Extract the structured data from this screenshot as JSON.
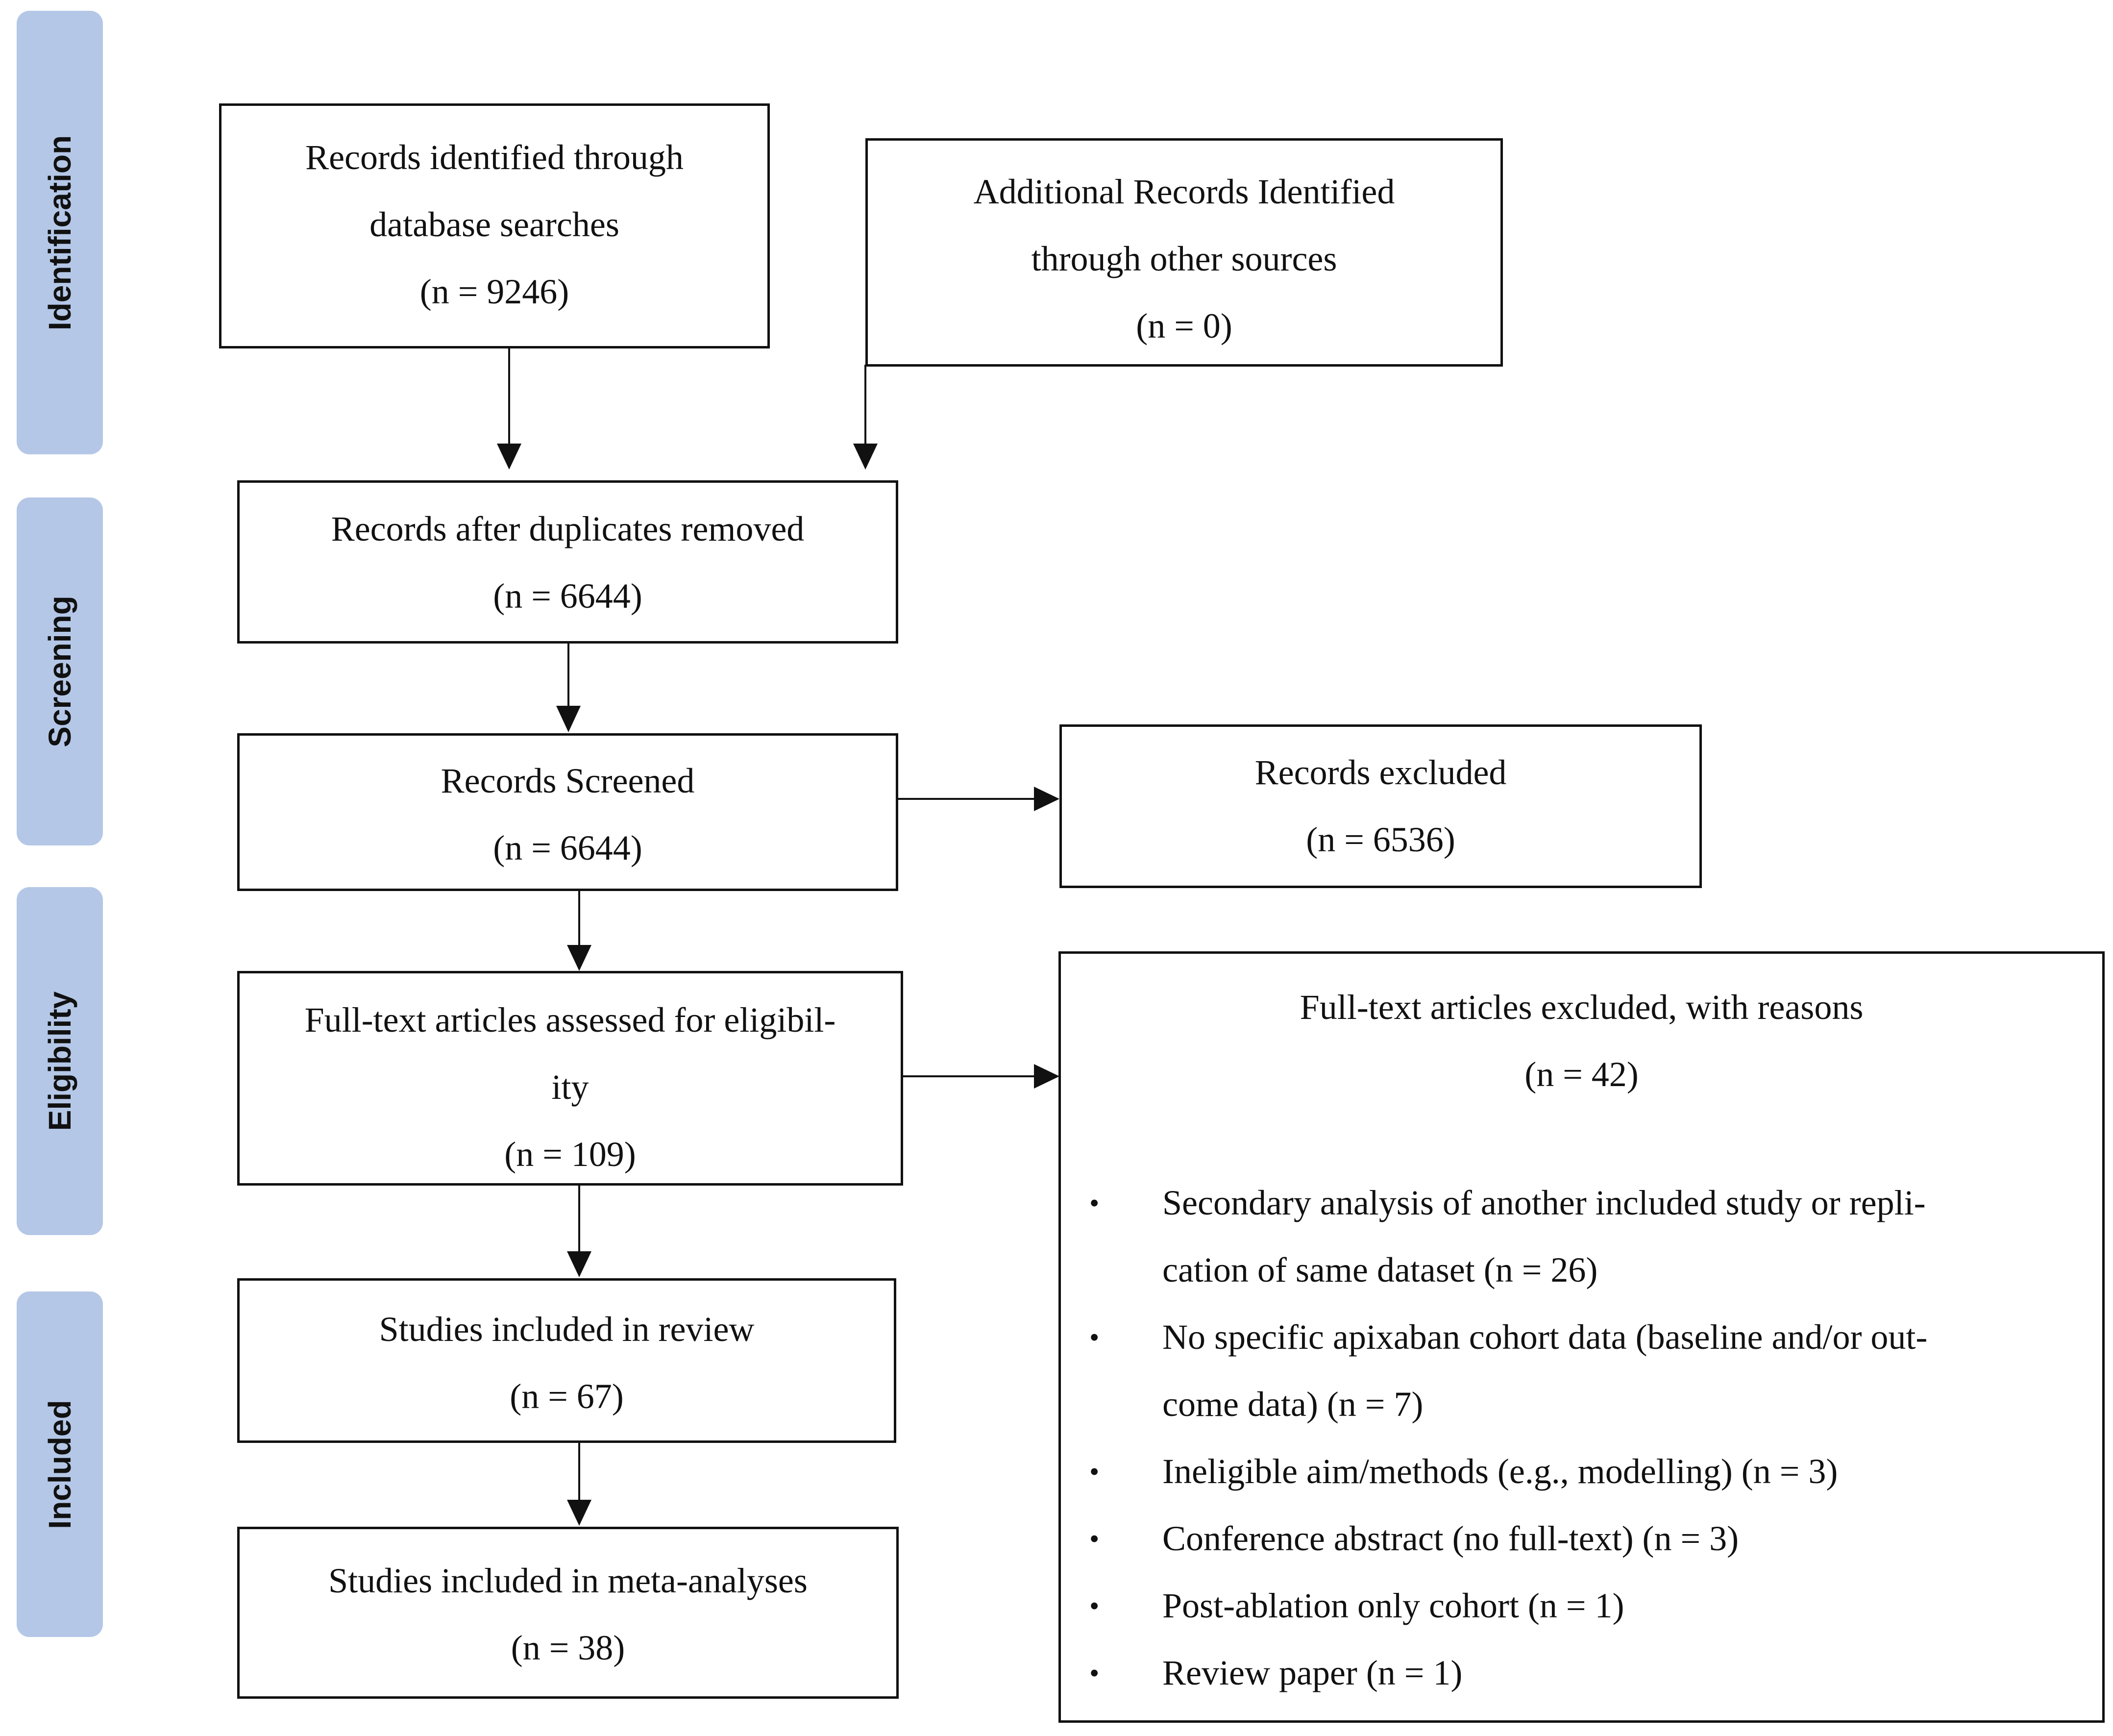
{
  "phases": {
    "identification": "Identification",
    "screening": "Screening",
    "eligibility": "Eligibility",
    "included": "Included"
  },
  "boxes": {
    "database_records": {
      "line1": "Records identified through",
      "line2": "database searches",
      "count": "(n = 9246)"
    },
    "other_records": {
      "line1": "Additional Records Identified",
      "line2": "through other sources",
      "count": "(n = 0)"
    },
    "after_duplicates": {
      "line1": "Records after duplicates removed",
      "count": "(n = 6644)"
    },
    "screened": {
      "line1": "Records Screened",
      "count": "(n = 6644)"
    },
    "excluded": {
      "line1": "Records excluded",
      "count": "(n = 6536)"
    },
    "full_text": {
      "line1": "Full-text articles assessed for eligibil-",
      "line2": "ity",
      "count": "(n = 109)"
    },
    "full_text_excluded": {
      "line1": "Full-text articles excluded, with reasons",
      "count": "(n = 42)",
      "reasons": [
        {
          "bullet": "•",
          "line1": "Secondary analysis of another included study or repli-",
          "line2": "cation of same dataset (n = 26)"
        },
        {
          "bullet": "•",
          "line1": "No specific apixaban cohort data (baseline and/or out-",
          "line2": "come data) (n = 7)"
        },
        {
          "bullet": "•",
          "line1": "Ineligible aim/methods (e.g., modelling) (n = 3)"
        },
        {
          "bullet": "•",
          "line1": "Conference abstract (no full-text) (n = 3)"
        },
        {
          "bullet": "•",
          "line1": "Post-ablation only cohort (n = 1)"
        },
        {
          "bullet": "•",
          "line1": "Review paper (n = 1)"
        }
      ]
    },
    "review": {
      "line1": "Studies included in review",
      "count": "(n = 67)"
    },
    "meta": {
      "line1": "Studies included in meta-analyses",
      "count": "(n = 38)"
    }
  }
}
